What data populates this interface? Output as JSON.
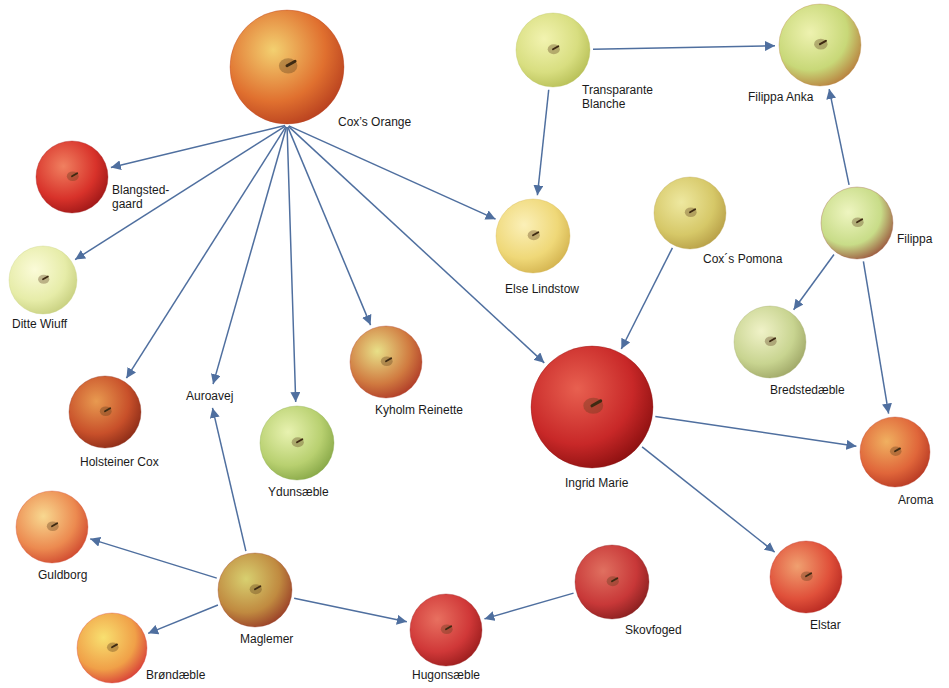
{
  "diagram": {
    "nodes": [
      {
        "text": [
          "Cox’s Orange"
        ]
      },
      {
        "text": [
          "Transparante Blanche"
        ]
      },
      {
        "text": [
          "Filippa Anka"
        ]
      },
      {
        "text": [
          "Blangsted- gaard"
        ]
      },
      {
        "text": [
          "Ditte Wiuff"
        ]
      },
      {
        "text": [
          "Else Lindstow"
        ]
      },
      {
        "text": [
          "Cox´s Pomona"
        ]
      },
      {
        "text": [
          "Filippa"
        ]
      },
      {
        "text": [
          "Holsteiner Cox"
        ]
      },
      {
        "text": [
          "Auroavej"
        ]
      },
      {
        "text": [
          "Ydunsæble"
        ]
      },
      {
        "text": [
          "Kyholm Reinette"
        ]
      },
      {
        "text": [
          "Ingrid Marie"
        ]
      },
      {
        "text": [
          "Bredstedæble"
        ]
      },
      {
        "text": [
          "Aroma"
        ]
      },
      {
        "text": [
          "Elstar"
        ]
      },
      {
        "text": [
          "Guldborg"
        ]
      },
      {
        "text": [
          "Maglemer"
        ]
      },
      {
        "text": [
          "Skovfoged"
        ]
      },
      {
        "text": [
          "Brøndæble"
        ]
      },
      {
        "text": [
          "Hugonsæble"
        ]
      }
    ],
    "edges": [
      {
        "from": 0,
        "to": 3,
        "arrow": "to"
      },
      {
        "from": 0,
        "to": 4,
        "arrow": "to"
      },
      {
        "from": 0,
        "to": 8,
        "arrow": "to"
      },
      {
        "from": 0,
        "to": 9,
        "arrow": "to"
      },
      {
        "from": 0,
        "to": 10,
        "arrow": "to"
      },
      {
        "from": 0,
        "to": 11,
        "arrow": "to"
      },
      {
        "from": 0,
        "to": 5,
        "arrow": "to"
      },
      {
        "from": 0,
        "to": 12,
        "arrow": "to"
      },
      {
        "from": 1,
        "to": 2,
        "arrow": "to"
      },
      {
        "from": 1,
        "to": 5,
        "arrow": "to"
      },
      {
        "from": 7,
        "to": 2,
        "arrow": "to"
      },
      {
        "from": 7,
        "to": 13,
        "arrow": "to"
      },
      {
        "from": 7,
        "to": 14,
        "arrow": "to"
      },
      {
        "from": 6,
        "to": 12,
        "arrow": "to"
      },
      {
        "from": 12,
        "to": 14,
        "arrow": "to"
      },
      {
        "from": 12,
        "to": 15,
        "arrow": "to"
      },
      {
        "from": 17,
        "to": 16,
        "arrow": "to"
      },
      {
        "from": 17,
        "to": 19,
        "arrow": "to"
      },
      {
        "from": 17,
        "to": 9,
        "arrow": "to"
      },
      {
        "from": 17,
        "to": 20,
        "arrow": "to"
      },
      {
        "from": 18,
        "to": 20,
        "arrow": "to"
      }
    ]
  }
}
